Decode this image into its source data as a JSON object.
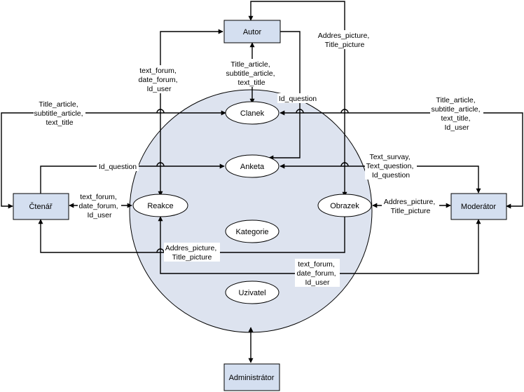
{
  "colors": {
    "system_fill": "#dde3ef",
    "box_fill": "#d4dff0",
    "line": "#000000"
  },
  "entities": {
    "autor": "Autor",
    "ctenar": "Čtenář",
    "moderator": "Moderátor",
    "administrator": "Administrátor"
  },
  "processes": {
    "clanek": "Clanek",
    "anketa": "Anketa",
    "reakce": "Reakce",
    "obrazek": "Obrazek",
    "kategorie": "Kategorie",
    "uzivatel": "Uzivatel"
  },
  "labels": {
    "autor_reakce": [
      "text_forum,",
      "date_forum,",
      "Id_user"
    ],
    "autor_clanek": [
      "Title_article,",
      "subtitle_article,",
      "text_title"
    ],
    "autor_obrazek": [
      "Addres_picture,",
      "Title_picture"
    ],
    "autor_anketa": [
      "Id_question"
    ],
    "clanek_ctenar": [
      "Title_article,",
      "subtitle_article,",
      "text_title"
    ],
    "moderator_clanek": [
      "Title_article,",
      "subtitle_article,",
      "text_title,",
      "Id_user"
    ],
    "ctenar_anketa": [
      "Id_question"
    ],
    "moderator_anketa": [
      "Text_survay,",
      "Text_question,",
      "Id_question"
    ],
    "ctenar_reakce": [
      "text_forum,",
      "date_forum,",
      "Id_user"
    ],
    "obrazek_moderator": [
      "Addres_picture,",
      "Title_picture"
    ],
    "obrazek_ctenar": [
      "Addres_picture,",
      "Title_picture"
    ],
    "reakce_moderator": [
      "text_forum,",
      "date_forum,",
      "Id_user"
    ]
  }
}
